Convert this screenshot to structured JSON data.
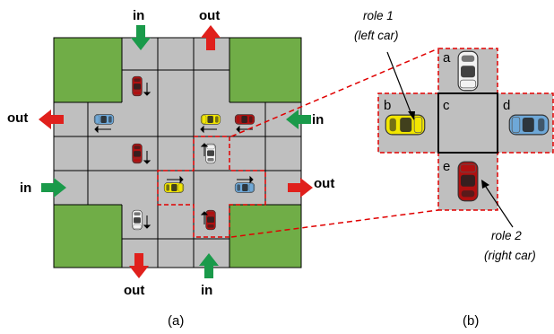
{
  "labels": {
    "in": "in",
    "out": "out",
    "caption_a": "(a)",
    "caption_b": "(b)",
    "role1_line1": "role 1",
    "role1_line2": "(left car)",
    "role2_line1": "role 2",
    "role2_line2": "(right car)",
    "cell_a": "a",
    "cell_b": "b",
    "cell_c": "c",
    "cell_d": "d",
    "cell_e": "e"
  },
  "colors": {
    "grass": "#70ad47",
    "road": "#bfbfbf",
    "grid_line": "#000000",
    "highlight": "#e00000",
    "arrow_in": "#1a9a4a",
    "arrow_out": "#e0201c",
    "car_red": "#b01010",
    "car_yellow": "#f2e600",
    "car_blue": "#6ea8d8",
    "car_white": "#f2f2f2"
  },
  "cars": [
    {
      "color": "red",
      "heading": "down"
    },
    {
      "color": "blue",
      "heading": "left"
    },
    {
      "color": "yellow",
      "heading": "left"
    },
    {
      "color": "red",
      "heading": "left"
    },
    {
      "color": "red",
      "heading": "down"
    },
    {
      "color": "white",
      "heading": "up"
    },
    {
      "color": "yellow",
      "heading": "right"
    },
    {
      "color": "blue",
      "heading": "right"
    },
    {
      "color": "white",
      "heading": "down"
    },
    {
      "color": "red",
      "heading": "up"
    }
  ]
}
